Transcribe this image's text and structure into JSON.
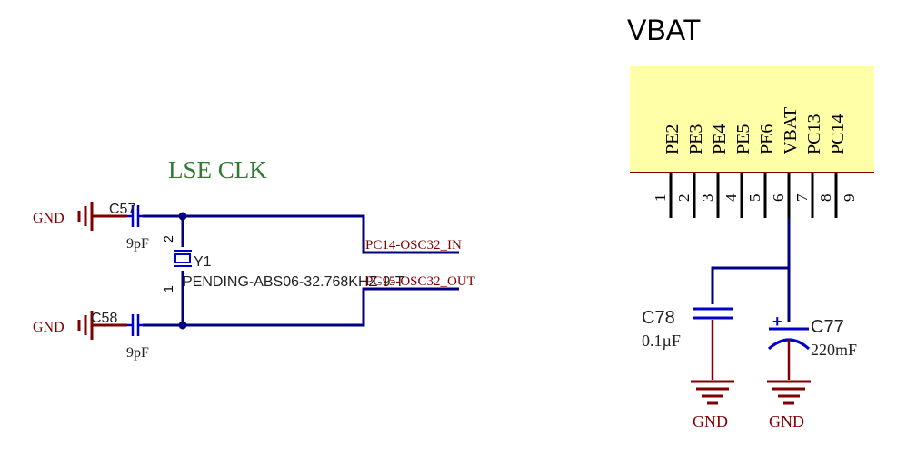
{
  "colors": {
    "wire": "#000080",
    "gnd": "#800000",
    "cap": "#0000cc",
    "ic_body": "#ffffa8",
    "ic_edge": "#800000",
    "pin": "#000000",
    "title_green": "#2e7d32",
    "text_dark": "#222222",
    "text_gnd": "#800000"
  },
  "lse": {
    "title": "LSE CLK",
    "gnd_top": "GND",
    "gnd_bottom": "GND",
    "c57": {
      "ref": "C57",
      "value": "9pF"
    },
    "c58": {
      "ref": "C58",
      "value": "9pF"
    },
    "crystal": {
      "ref": "Y1",
      "part": "PENDING-ABS06-32.768KHZ-9-T",
      "pin_top": "2",
      "pin_bottom": "1"
    },
    "net_in": "PC14-OSC32_IN",
    "net_out": "PC15-OSC32_OUT"
  },
  "vbat": {
    "title": "VBAT",
    "pins": [
      {
        "num": "1",
        "name": "PE2"
      },
      {
        "num": "2",
        "name": "PE3"
      },
      {
        "num": "3",
        "name": "PE4"
      },
      {
        "num": "4",
        "name": "PE5"
      },
      {
        "num": "5",
        "name": "PE6"
      },
      {
        "num": "6",
        "name": "VBAT"
      },
      {
        "num": "7",
        "name": "PC13"
      },
      {
        "num": "8",
        "name": "PC14"
      },
      {
        "num": "9",
        "name": ""
      }
    ],
    "c78": {
      "ref": "C78",
      "value": "0.1µF"
    },
    "c77": {
      "ref": "C77",
      "value": "220mF",
      "polarity": "+"
    },
    "gnd_left": "GND",
    "gnd_right": "GND"
  }
}
